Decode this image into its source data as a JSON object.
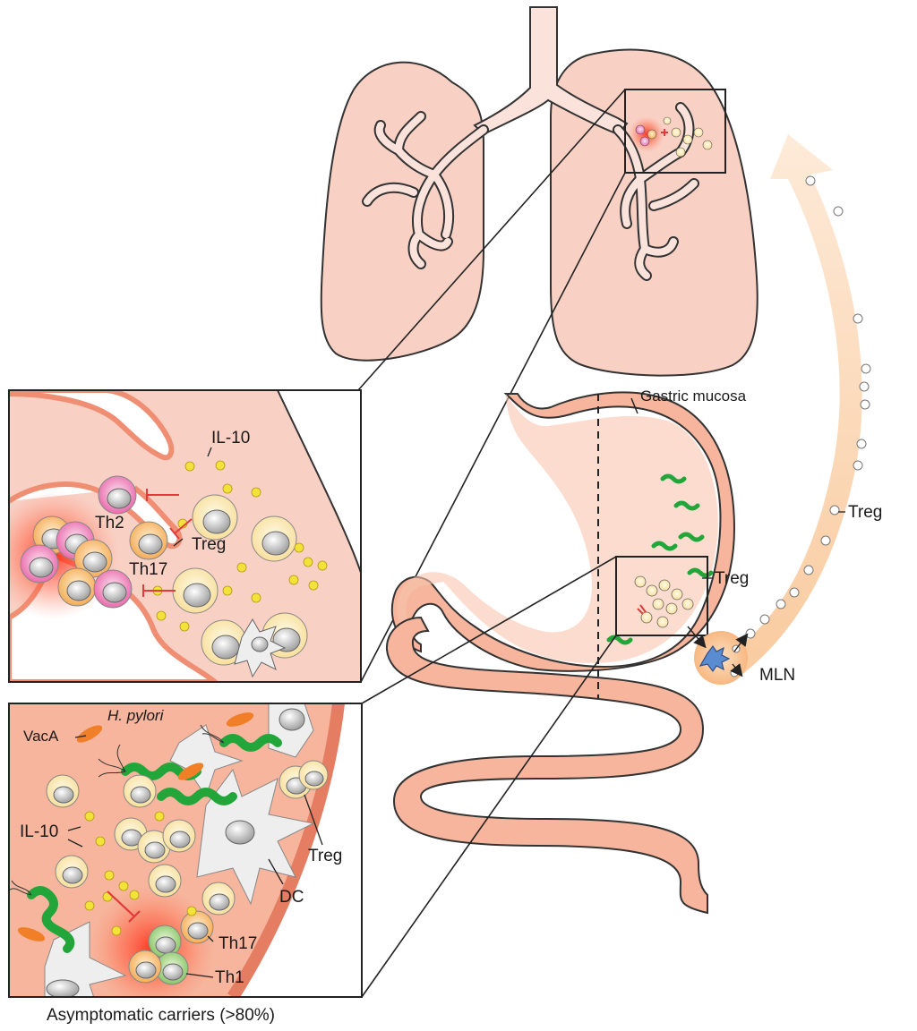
{
  "labels": {
    "gastric_mucosa": "Gastric mucosa",
    "treg_migration": "Treg",
    "treg_stomach": "Treg",
    "mln": "MLN",
    "lung_il10": "IL-10",
    "lung_th2": "Th2",
    "lung_th17": "Th17",
    "lung_treg": "Treg",
    "gut_vaca": "VacA",
    "gut_hpylori": "H. pylori",
    "gut_il10": "IL-10",
    "gut_treg": "Treg",
    "gut_dc": "DC",
    "gut_th17": "Th17",
    "gut_th1": "Th1"
  },
  "caption": "Asymptomatic carriers (>80%)",
  "colors": {
    "tissue_fill": "#f9d0c4",
    "stomach_fill": "#f6b59c",
    "stomach_rim": "#f08e74",
    "treg_cell": "#fdf0bf",
    "th2_cell": "#f6a9cf",
    "th17_cell": "#fbc77d",
    "th1_cell": "#b6dc94",
    "h_pylori": "#22a63a",
    "vaca": "#f07f27",
    "il10": "#f3e23a",
    "inhibition": "#e23a3a",
    "treg_path": "#fcd9b3"
  }
}
